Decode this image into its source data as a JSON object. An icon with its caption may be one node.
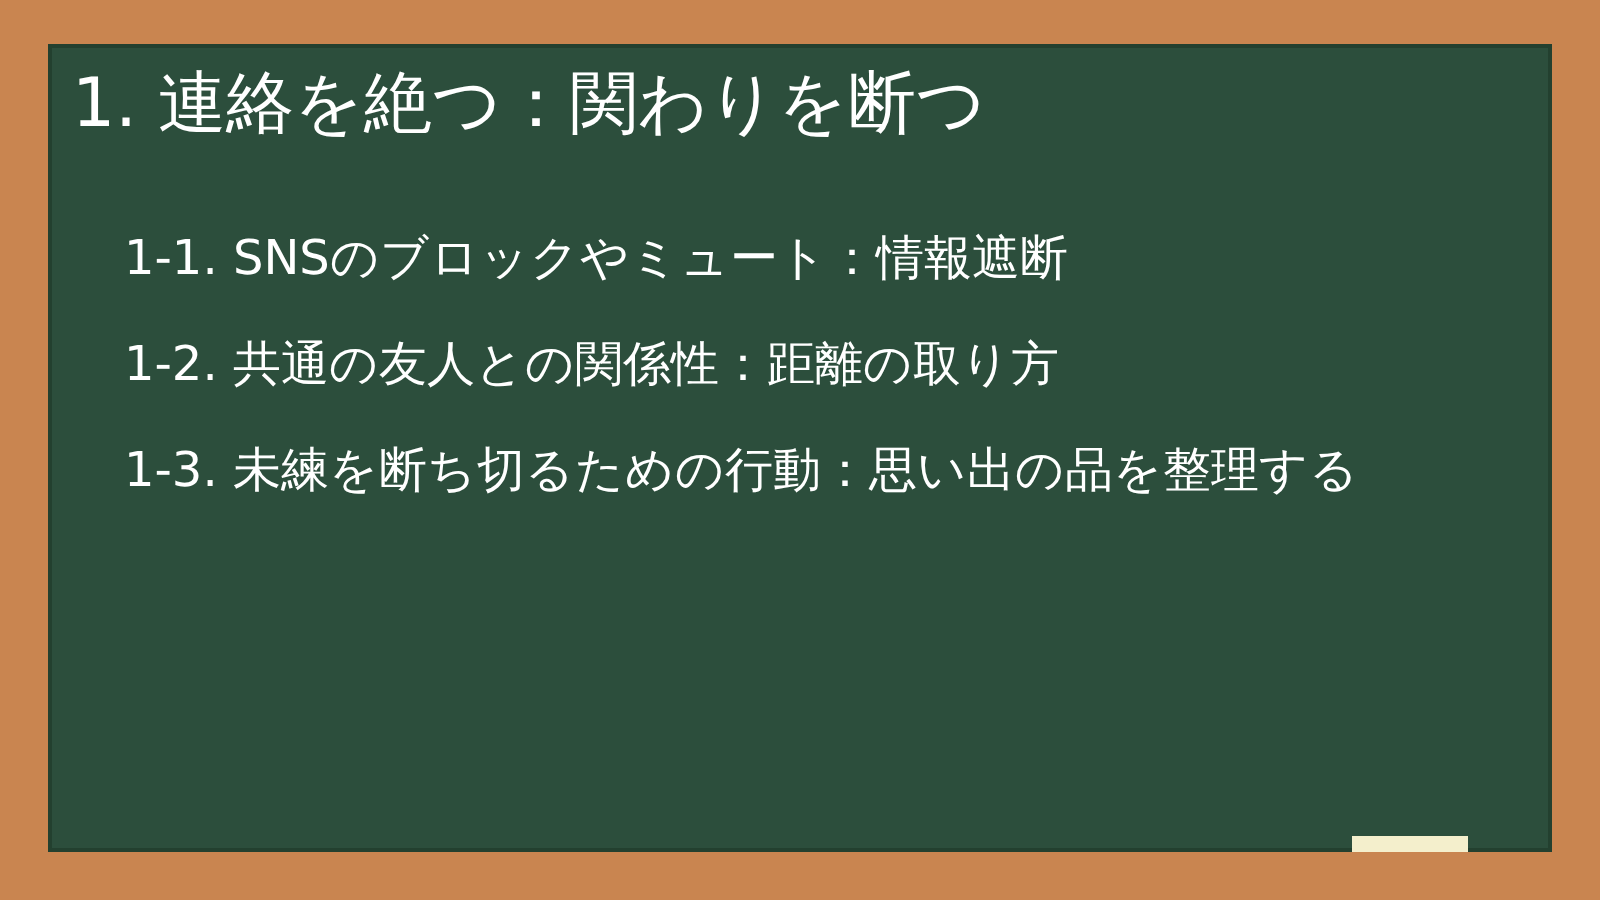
{
  "diagram": {
    "title": "1. 連絡を絶つ：関わりを断つ",
    "labels": [
      "1-1. SNSのブロックやミュート：情報遮断",
      "1-2. 共通の友人との関係性：距離の取り方",
      "1-3. 未練を断ち切るための行動：思い出の品を整理する"
    ]
  }
}
